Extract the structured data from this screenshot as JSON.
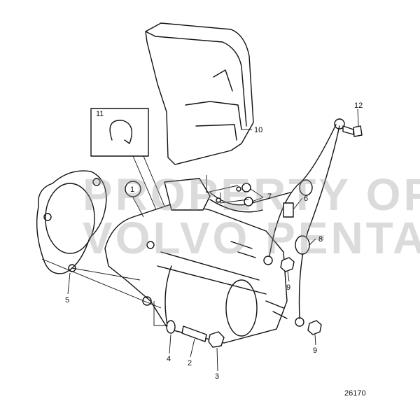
{
  "watermark": {
    "line1": "PROPERTY OF",
    "line2": "VOLVO PENTA"
  },
  "figure_number": "26170",
  "callouts": [
    {
      "id": "1",
      "part": "starter-motor"
    },
    {
      "id": "2",
      "part": "stud"
    },
    {
      "id": "3",
      "part": "nut"
    },
    {
      "id": "4",
      "part": "washer"
    },
    {
      "id": "5",
      "part": "gasket"
    },
    {
      "id": "6",
      "part": "connector"
    },
    {
      "id": "7",
      "part": "nuts"
    },
    {
      "id": "8",
      "part": "cable"
    },
    {
      "id": "9",
      "part": "nut"
    },
    {
      "id": "9",
      "part": "nut"
    },
    {
      "id": "10",
      "part": "cover"
    },
    {
      "id": "11",
      "part": "cable-tie"
    },
    {
      "id": "12",
      "part": "bolt"
    }
  ]
}
